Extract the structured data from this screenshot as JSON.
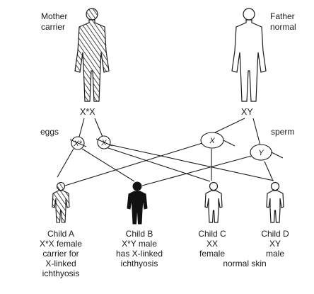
{
  "parents": {
    "mother": {
      "line1": "Mother",
      "line2": "carrier",
      "genotype": "X*X"
    },
    "father": {
      "line1": "Father",
      "line2": "normal",
      "genotype": "XY"
    }
  },
  "gametes": {
    "eggs_label": "eggs",
    "sperm_label": "sperm",
    "egg_1": "X*",
    "egg_2": "X",
    "sperm_1": "X",
    "sperm_2": "Y"
  },
  "children": {
    "a": {
      "line1": "Child A",
      "line2": "X*X female",
      "line3": "carrier for",
      "line4": "X-linked",
      "line5": "ichthyosis"
    },
    "b": {
      "line1": "Child B",
      "line2": "X*Y male",
      "line3": "has X-linked",
      "line4": "ichthyosis"
    },
    "c": {
      "line1": "Child C",
      "line2": "XX",
      "line3": "female"
    },
    "d": {
      "line1": "Child D",
      "line2": "XY",
      "line3": "male"
    },
    "shared": "normal skin"
  }
}
